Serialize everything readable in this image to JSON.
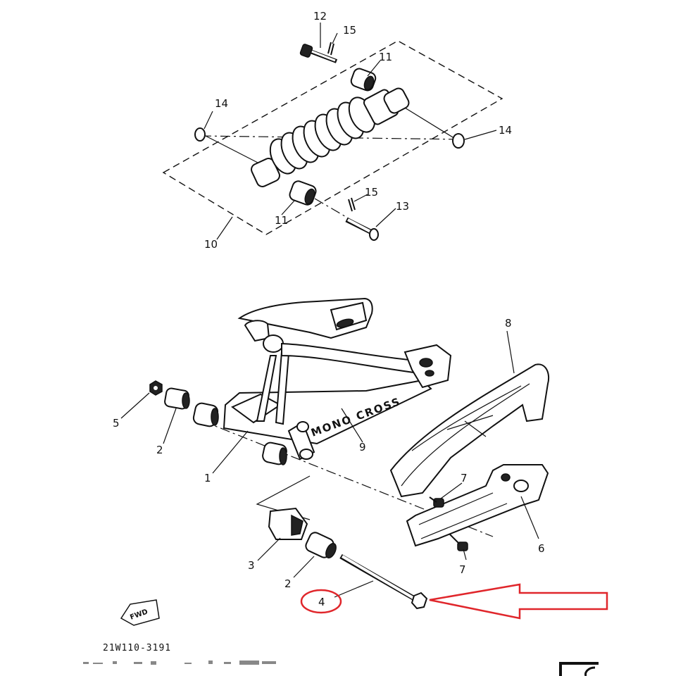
{
  "diagram": {
    "callouts": {
      "c1": "1",
      "c2a": "2",
      "c2b": "2",
      "c3": "3",
      "c4": "4",
      "c5": "5",
      "c6": "6",
      "c7a": "7",
      "c7b": "7",
      "c8": "8",
      "c9": "9",
      "c10": "10",
      "c11a": "11",
      "c11b": "11",
      "c12": "12",
      "c13": "13",
      "c14a": "14",
      "c14b": "14",
      "c15a": "15",
      "c15b": "15"
    },
    "arm_stamp": "MONO CROSS",
    "fwd_label": "FWD",
    "diagram_code": "21W110-3191",
    "highlight_color": "#e0262b",
    "line_color": "#111111"
  }
}
